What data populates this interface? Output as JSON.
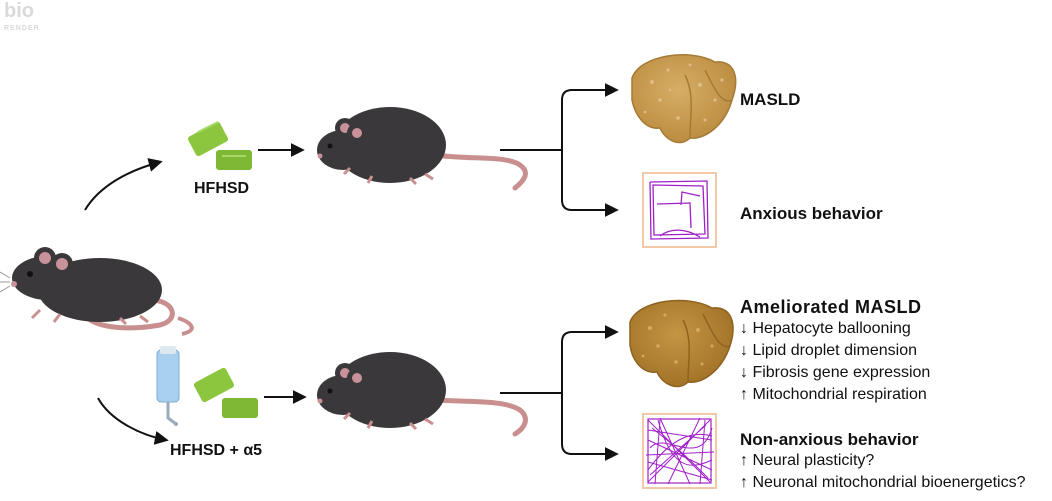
{
  "watermark": {
    "line1": "bio",
    "line2": "RENDER"
  },
  "top_group": {
    "diet_label": "HFHSD",
    "outcome_1": "MASLD",
    "outcome_2": "Anxious behavior"
  },
  "bottom_group": {
    "diet_label": "HFHSD + α5",
    "outcome_1_title": "Ameliorated MASLD",
    "outcome_1_items": [
      {
        "arrow": "↓",
        "text": "Hepatocyte ballooning"
      },
      {
        "arrow": "↓",
        "text": "Lipid droplet dimension"
      },
      {
        "arrow": "↓",
        "text": "Fibrosis gene expression"
      },
      {
        "arrow": "↑",
        "text": "Mitochondrial respiration"
      }
    ],
    "outcome_2_title": "Non-anxious behavior",
    "outcome_2_items": [
      {
        "arrow": "↑",
        "text": "Neural plasticity?"
      },
      {
        "arrow": "↑",
        "text": "Neuronal mitochondrial bioenergetics?"
      }
    ]
  },
  "colors": {
    "mouse": "#3b383b",
    "mouse_ear": "#c9929a",
    "tail": "#c98f8f",
    "pellet": "#8cc63f",
    "liver_top": "#c79a52",
    "liver_bottom": "#b5832f",
    "maze_path": "#a020c8",
    "maze_border": "#f2c9a8",
    "arrow": "#111111",
    "bottle": "#a9d1ef"
  }
}
